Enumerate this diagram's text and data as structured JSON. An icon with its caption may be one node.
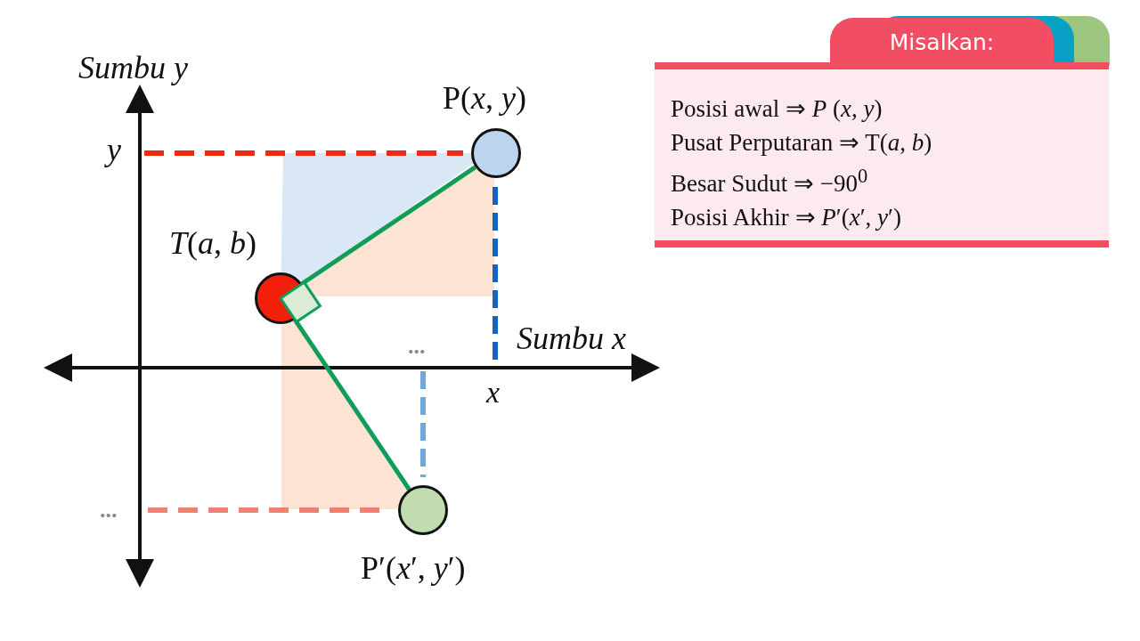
{
  "diagram": {
    "nodes": [
      {
        "text": [
          "P(*x*, *y*)"
        ]
      },
      {
        "text": [
          "*T*(*a*, *b*)"
        ]
      },
      {
        "text": [
          "P′(*x*′, *y*′)"
        ]
      },
      {
        "text": [
          "Misalkan:",
          "Posisi awal ⇒ *P* (*x*, *y*)",
          "Pusat Perputaran ⇒ T(*a*, *b*)",
          "Besar Sudut ⇒ −90$^{0}$",
          "Posisi Akhir ⇒ *P*′(*x*′, *y*′)"
        ]
      }
    ],
    "edges": [
      {
        "from": 1,
        "to": 0,
        "arrow": "none",
        "color": "#0f9d58"
      },
      {
        "from": 1,
        "to": 2,
        "arrow": "none",
        "color": "#0f9d58"
      }
    ],
    "labels": [
      "Sumbu y",
      "y",
      "Sumbu x",
      "...",
      "x",
      "..."
    ]
  }
}
